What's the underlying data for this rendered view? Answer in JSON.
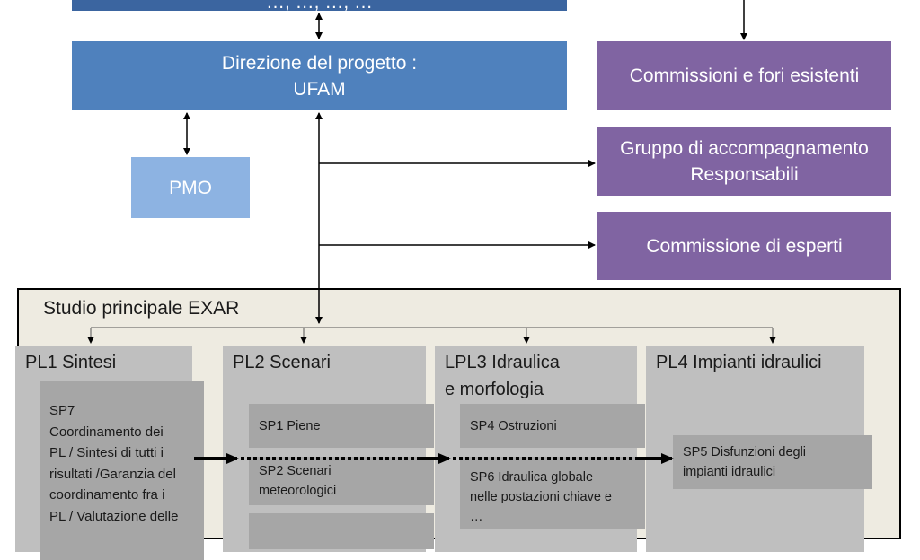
{
  "top_box": {
    "label": "…, …, …, …"
  },
  "direction": {
    "line1": "Direzione del progetto :",
    "line2": "UFAM"
  },
  "pmo": {
    "label": "PMO"
  },
  "committees": [
    {
      "line1": "Commissioni e fori esistenti",
      "line2": ""
    },
    {
      "line1": "Gruppo di accompagnamento",
      "line2": "Responsabili"
    },
    {
      "line1": "Commissione di esperti",
      "line2": ""
    }
  ],
  "study": {
    "title": "Studio principale EXAR",
    "packages": [
      {
        "title_line1": "PL1 Sintesi",
        "title_line2": ""
      },
      {
        "title_line1": "PL2 Scenari",
        "title_line2": ""
      },
      {
        "title_line1": "LPL3 Idraulica",
        "title_line2": "e morfologia"
      },
      {
        "title_line1": "PL4 Impianti idraulici",
        "title_line2": ""
      }
    ],
    "subprojects": {
      "sp7": [
        "SP7",
        "Coordinamento dei",
        "PL / Sintesi di tutti i",
        "risultati /Garanzia del",
        "coordinamento fra i",
        "PL / Valutazione delle"
      ],
      "sp1": [
        "SP1 Piene"
      ],
      "sp2": [
        "SP2 Scenari",
        "meteorologici"
      ],
      "sp3": [
        ""
      ],
      "sp4": [
        "SP4 Ostruzioni"
      ],
      "sp6": [
        "SP6 Idraulica globale",
        "nelle postazioni chiave e",
        "…"
      ],
      "sp5": [
        "SP5 Disfunzioni degli",
        "impianti idraulici"
      ]
    }
  },
  "colors": {
    "dark_blue": "#3b65a0",
    "blue": "#4f81bd",
    "light_blue": "#8db3e2",
    "purple": "#8064a2",
    "study_bg": "#eeebe1",
    "package_bg": "#bfbfbf",
    "subproject_bg": "#a6a6a6"
  }
}
